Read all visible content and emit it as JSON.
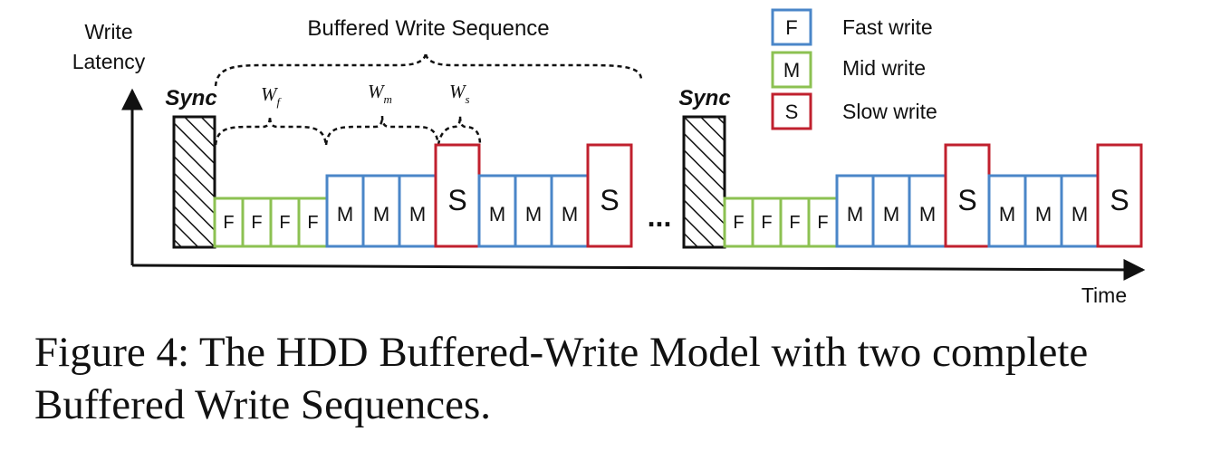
{
  "axes": {
    "y_label_line1": "Write",
    "y_label_line2": "Latency",
    "x_label": "Time"
  },
  "sequence_label": "Buffered Write Sequence",
  "sync_label": "Sync",
  "ellipsis": "...",
  "windows": [
    {
      "base": "W",
      "sub": "f"
    },
    {
      "base": "W",
      "sub": "m"
    },
    {
      "base": "W",
      "sub": "s"
    }
  ],
  "legend": [
    {
      "letter": "F",
      "label": "Fast write",
      "color": "#4a86c8"
    },
    {
      "letter": "M",
      "label": "Mid write",
      "color": "#8cc152"
    },
    {
      "letter": "S",
      "label": "Slow write",
      "color": "#c0202e"
    }
  ],
  "sequence_blocks": [
    {
      "letter": "F",
      "kind": "fast"
    },
    {
      "letter": "F",
      "kind": "fast"
    },
    {
      "letter": "F",
      "kind": "fast"
    },
    {
      "letter": "F",
      "kind": "fast"
    },
    {
      "letter": "M",
      "kind": "mid"
    },
    {
      "letter": "M",
      "kind": "mid"
    },
    {
      "letter": "M",
      "kind": "mid"
    },
    {
      "letter": "S",
      "kind": "slow"
    },
    {
      "letter": "M",
      "kind": "mid"
    },
    {
      "letter": "M",
      "kind": "mid"
    },
    {
      "letter": "M",
      "kind": "mid"
    },
    {
      "letter": "S",
      "kind": "slow"
    }
  ],
  "colors": {
    "fast_outline": "#8cc152",
    "mid_outline": "#4a86c8",
    "slow_outline": "#c0202e",
    "axis": "#111111"
  },
  "caption": {
    "line1": "Figure 4: The HDD Buffered-Write Model with two complete",
    "line2": "Buffered Write Sequences."
  }
}
